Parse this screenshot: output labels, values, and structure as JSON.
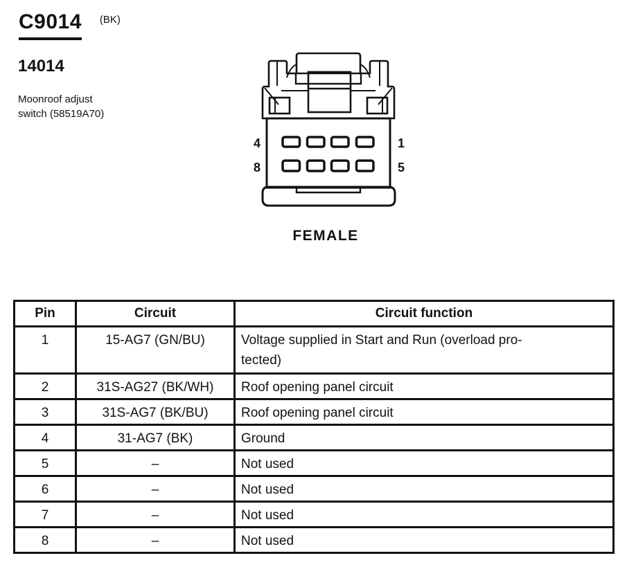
{
  "page": {
    "connector_id": "C9014",
    "connector_color_code": "(BK)",
    "part_number": "14014",
    "description": "Moonroof adjust\nswitch (58519A70)"
  },
  "connector": {
    "gender_label": "FEMALE",
    "pin_labels": {
      "top_left": "4",
      "top_right": "1",
      "bottom_left": "8",
      "bottom_right": "5"
    }
  },
  "pinout_table": {
    "headers": [
      "Pin",
      "Circuit",
      "Circuit function"
    ],
    "rows": [
      {
        "pin": "1",
        "circuit": "15-AG7 (GN/BU)",
        "function": "Voltage supplied in Start and Run (overload pro-\ntected)"
      },
      {
        "pin": "2",
        "circuit": "31S-AG27 (BK/WH)",
        "function": "Roof opening panel circuit"
      },
      {
        "pin": "3",
        "circuit": "31S-AG7 (BK/BU)",
        "function": "Roof opening panel circuit"
      },
      {
        "pin": "4",
        "circuit": "31-AG7 (BK)",
        "function": "Ground"
      },
      {
        "pin": "5",
        "circuit": "–",
        "function": "Not used"
      },
      {
        "pin": "6",
        "circuit": "–",
        "function": "Not used"
      },
      {
        "pin": "7",
        "circuit": "–",
        "function": "Not used"
      },
      {
        "pin": "8",
        "circuit": "–",
        "function": "Not used"
      }
    ]
  },
  "colors": {
    "ink": "#121212",
    "paper": "#ffffff"
  }
}
